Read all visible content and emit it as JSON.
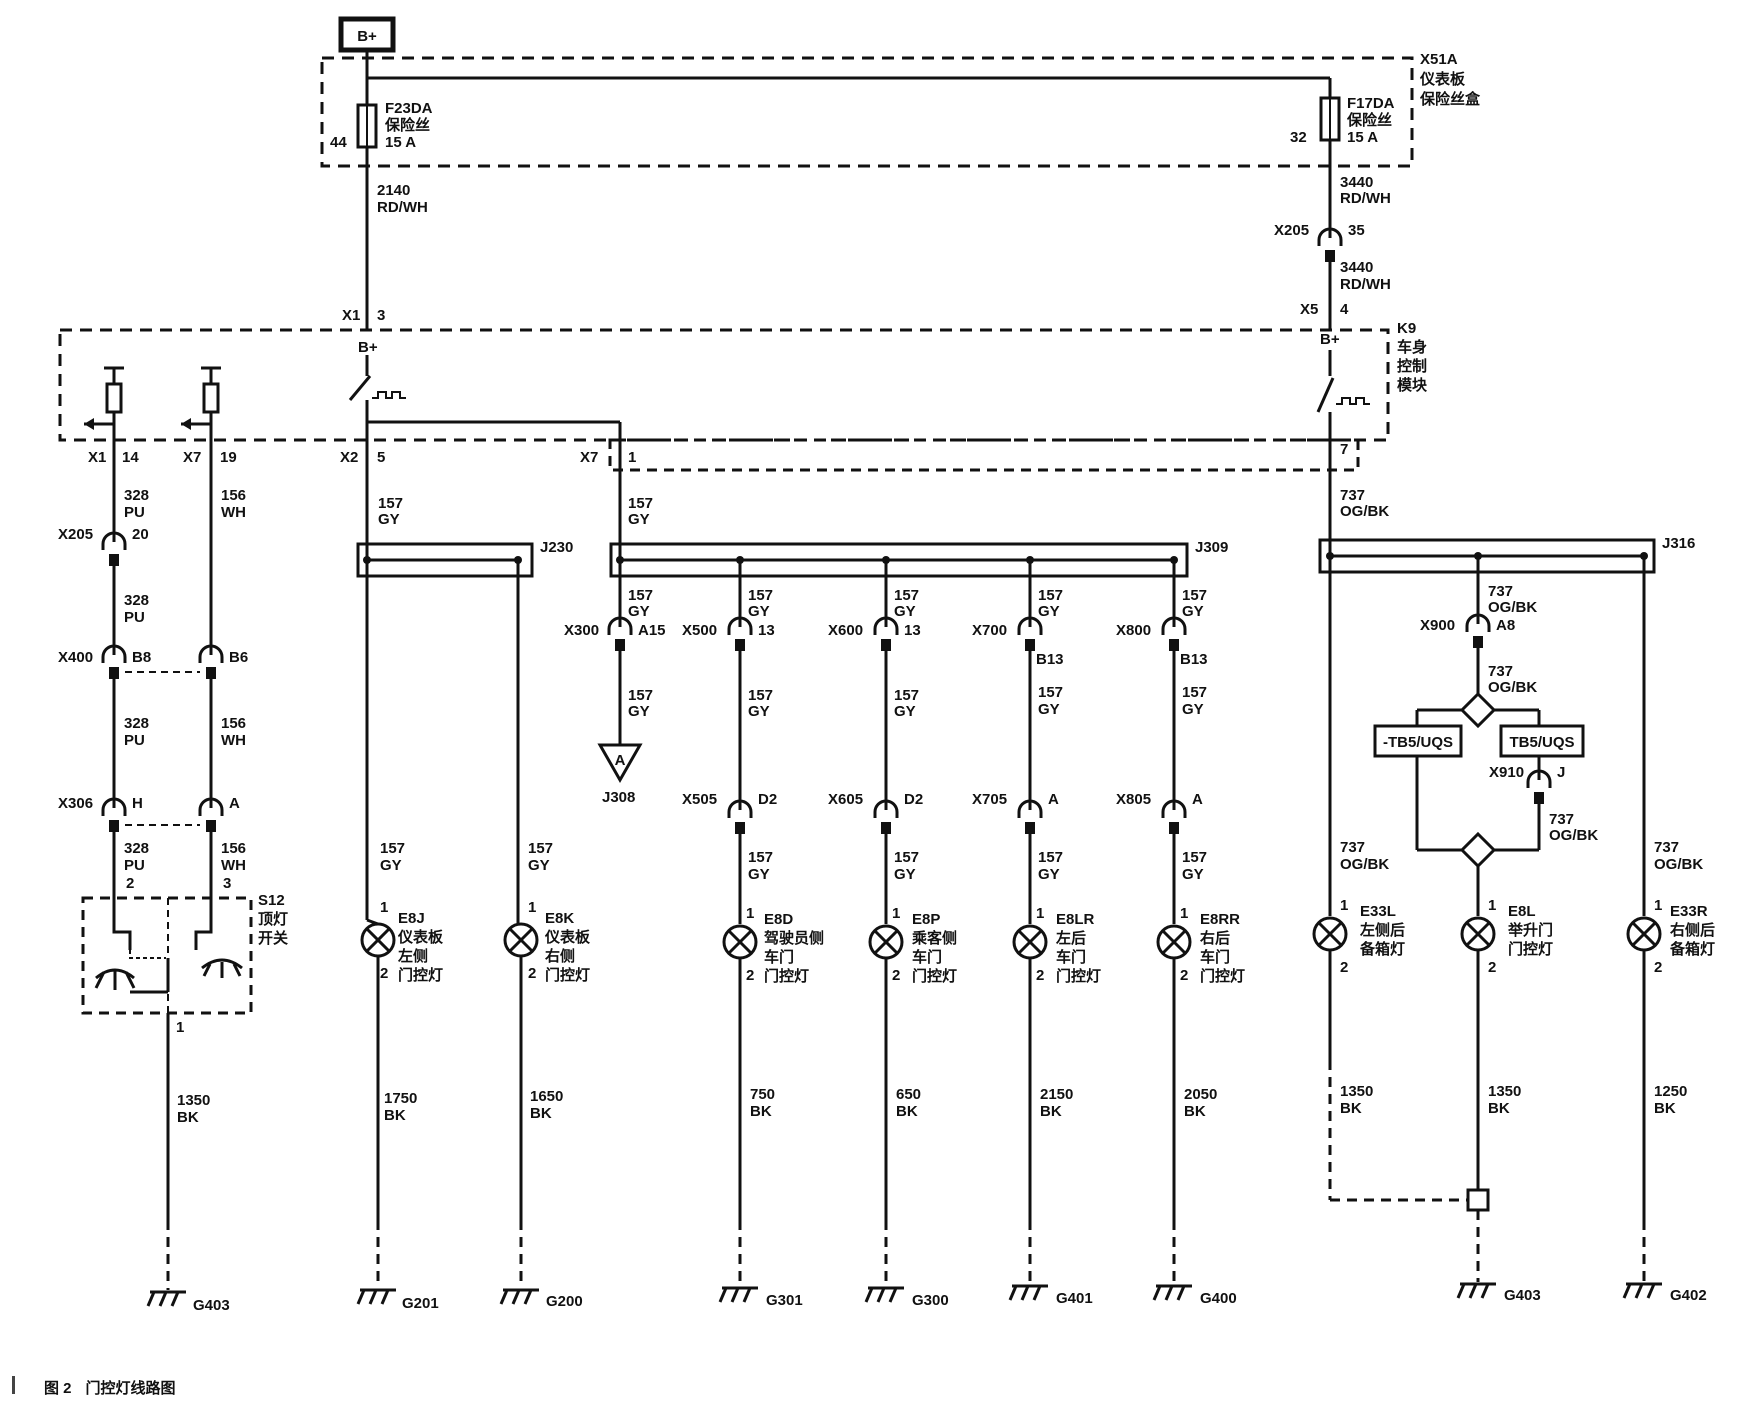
{
  "power": {
    "label": "B+"
  },
  "fuse_box": {
    "id": "X51A",
    "name_1": "仪表板",
    "name_2": "保险丝盒"
  },
  "fuse_left": {
    "id": "F23DA",
    "type": "保险丝",
    "rating": "15 A",
    "pin": "44"
  },
  "fuse_right": {
    "id": "F17DA",
    "type": "保险丝",
    "rating": "15 A",
    "pin": "32"
  },
  "feed_left": {
    "circuit": "2140",
    "color": "RD/WH"
  },
  "feed_right_top": {
    "circuit": "3440",
    "color": "RD/WH"
  },
  "feed_right_bottom": {
    "circuit": "3440",
    "color": "RD/WH"
  },
  "conn_x205_top": {
    "id": "X205",
    "pin": "35"
  },
  "module": {
    "id": "K9",
    "name_1": "车身",
    "name_2": "控制",
    "name_3": "模块"
  },
  "module_pins": {
    "x1_3": {
      "conn": "X1",
      "pin": "3",
      "label": "B+"
    },
    "x5_4": {
      "conn": "X5",
      "pin": "4",
      "label": "B+"
    },
    "x1_14": {
      "conn": "X1",
      "pin": "14"
    },
    "x7_19": {
      "conn": "X7",
      "pin": "19"
    },
    "x2_5": {
      "conn": "X2",
      "pin": "5"
    },
    "x7_1": {
      "conn": "X7",
      "pin": "1"
    },
    "pin_7": {
      "pin": "7"
    }
  },
  "switch_wires": {
    "w328": {
      "circuit": "328",
      "color": "PU"
    },
    "w156": {
      "circuit": "156",
      "color": "WH"
    },
    "x205": {
      "id": "X205",
      "pin": "20"
    },
    "x400": {
      "id": "X400",
      "pin_a": "B8",
      "pin_b": "B6"
    },
    "x306": {
      "id": "X306",
      "pin_a": "H",
      "pin_b": "A"
    },
    "pin2": "2",
    "pin3": "3",
    "pin1": "1",
    "ground_wire": {
      "circuit": "1350",
      "color": "BK"
    },
    "ground": "G403"
  },
  "switch": {
    "id": "S12",
    "name_1": "顶灯",
    "name_2": "开关"
  },
  "splices": {
    "j230": "J230",
    "j309": "J309",
    "j316": "J316",
    "j308": "J308",
    "j308_tri": "A"
  },
  "gy": {
    "circuit": "157",
    "color": "GY"
  },
  "og": {
    "circuit": "737",
    "color": "OG/BK"
  },
  "connectors": {
    "x300": {
      "id": "X300",
      "pin": "A15"
    },
    "x500": {
      "id": "X500",
      "pin": "13"
    },
    "x600": {
      "id": "X600",
      "pin": "13"
    },
    "x700": {
      "id": "X700",
      "pin": "B13"
    },
    "x800": {
      "id": "X800",
      "pin": "B13"
    },
    "x505": {
      "id": "X505",
      "pin": "D2"
    },
    "x605": {
      "id": "X605",
      "pin": "D2"
    },
    "x705": {
      "id": "X705",
      "pin": "A"
    },
    "x805": {
      "id": "X805",
      "pin": "A"
    },
    "x900": {
      "id": "X900",
      "pin": "A8"
    },
    "x910": {
      "id": "X910",
      "pin": "J"
    }
  },
  "options": {
    "left": "-TB5/UQS",
    "right": "TB5/UQS"
  },
  "lamps": {
    "e8j": {
      "id": "E8J",
      "l1": "仪表板",
      "l2": "左侧",
      "l3": "门控灯",
      "gwire": "1750",
      "gcolor": "BK",
      "ground": "G201"
    },
    "e8k": {
      "id": "E8K",
      "l1": "仪表板",
      "l2": "右侧",
      "l3": "门控灯",
      "gwire": "1650",
      "gcolor": "BK",
      "ground": "G200"
    },
    "e8d": {
      "id": "E8D",
      "l1": "驾驶员侧",
      "l2": "车门",
      "l3": "门控灯",
      "gwire": "750",
      "gcolor": "BK",
      "ground": "G301"
    },
    "e8p": {
      "id": "E8P",
      "l1": "乘客侧",
      "l2": "车门",
      "l3": "门控灯",
      "gwire": "650",
      "gcolor": "BK",
      "ground": "G300"
    },
    "e8lr": {
      "id": "E8LR",
      "l1": "左后",
      "l2": "车门",
      "l3": "门控灯",
      "gwire": "2150",
      "gcolor": "BK",
      "ground": "G401"
    },
    "e8rr": {
      "id": "E8RR",
      "l1": "右后",
      "l2": "车门",
      "l3": "门控灯",
      "gwire": "2050",
      "gcolor": "BK",
      "ground": "G400"
    },
    "e33l": {
      "id": "E33L",
      "l1": "左侧后",
      "l2": "备箱灯",
      "gwire": "1350",
      "gcolor": "BK",
      "ground": "G403"
    },
    "e8l": {
      "id": "E8L",
      "l1": "举升门",
      "l2": "门控灯",
      "gwire": "1350",
      "gcolor": "BK",
      "ground": "G403"
    },
    "e33r": {
      "id": "E33R",
      "l1": "右侧后",
      "l2": "备箱灯",
      "gwire": "1250",
      "gcolor": "BK",
      "ground": "G402"
    }
  },
  "lamp_pin_1": "1",
  "lamp_pin_2": "2",
  "caption": {
    "figure": "图 2",
    "title": "门控灯线路图"
  }
}
